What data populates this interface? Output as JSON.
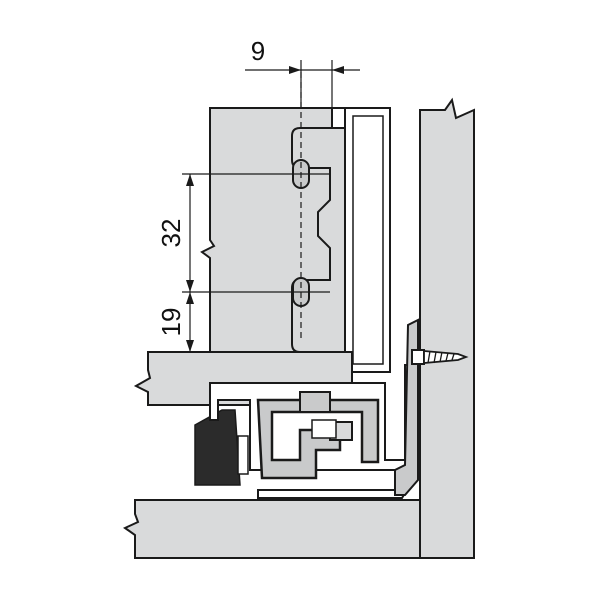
{
  "dimensions": {
    "horizontal_offset": "9",
    "hole_spacing": "32",
    "bottom_offset": "19"
  },
  "colors": {
    "panel_fill": "#d9dadb",
    "outline": "#1a1a1a",
    "dark_part": "#2b2b2b",
    "hardware_fill": "#c9cacb",
    "background": "#ffffff"
  }
}
